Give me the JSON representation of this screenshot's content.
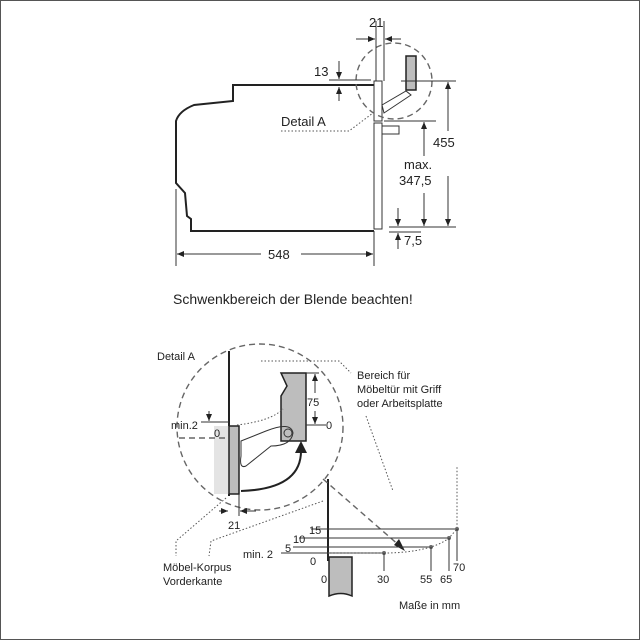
{
  "top_view": {
    "dim_width_21": "21",
    "dim_13": "13",
    "detail_label": "Detail A",
    "dim_height": "455",
    "dim_max_label": "max.",
    "dim_max_value": "347,5",
    "dim_7_5": "7,5",
    "dim_depth": "548"
  },
  "caption": "Schwenkbereich der Blende beachten!",
  "detail_view": {
    "title": "Detail A",
    "area_note": [
      "Bereich für",
      "Möbeltür mit Griff",
      "oder Arbeitsplatte"
    ],
    "dim_75": "75",
    "dim_0_right": "0",
    "dim_min2": "min.2",
    "dim_0_left": "0",
    "dim_21": "21",
    "korpus_note": [
      "Möbel-Korpus",
      "Vorderkante"
    ],
    "y_labels": [
      "15",
      "10",
      "5",
      "min. 2",
      "0"
    ],
    "x_labels": [
      "0",
      "30",
      "55",
      "65",
      "70"
    ],
    "units": "Maße in mm"
  }
}
